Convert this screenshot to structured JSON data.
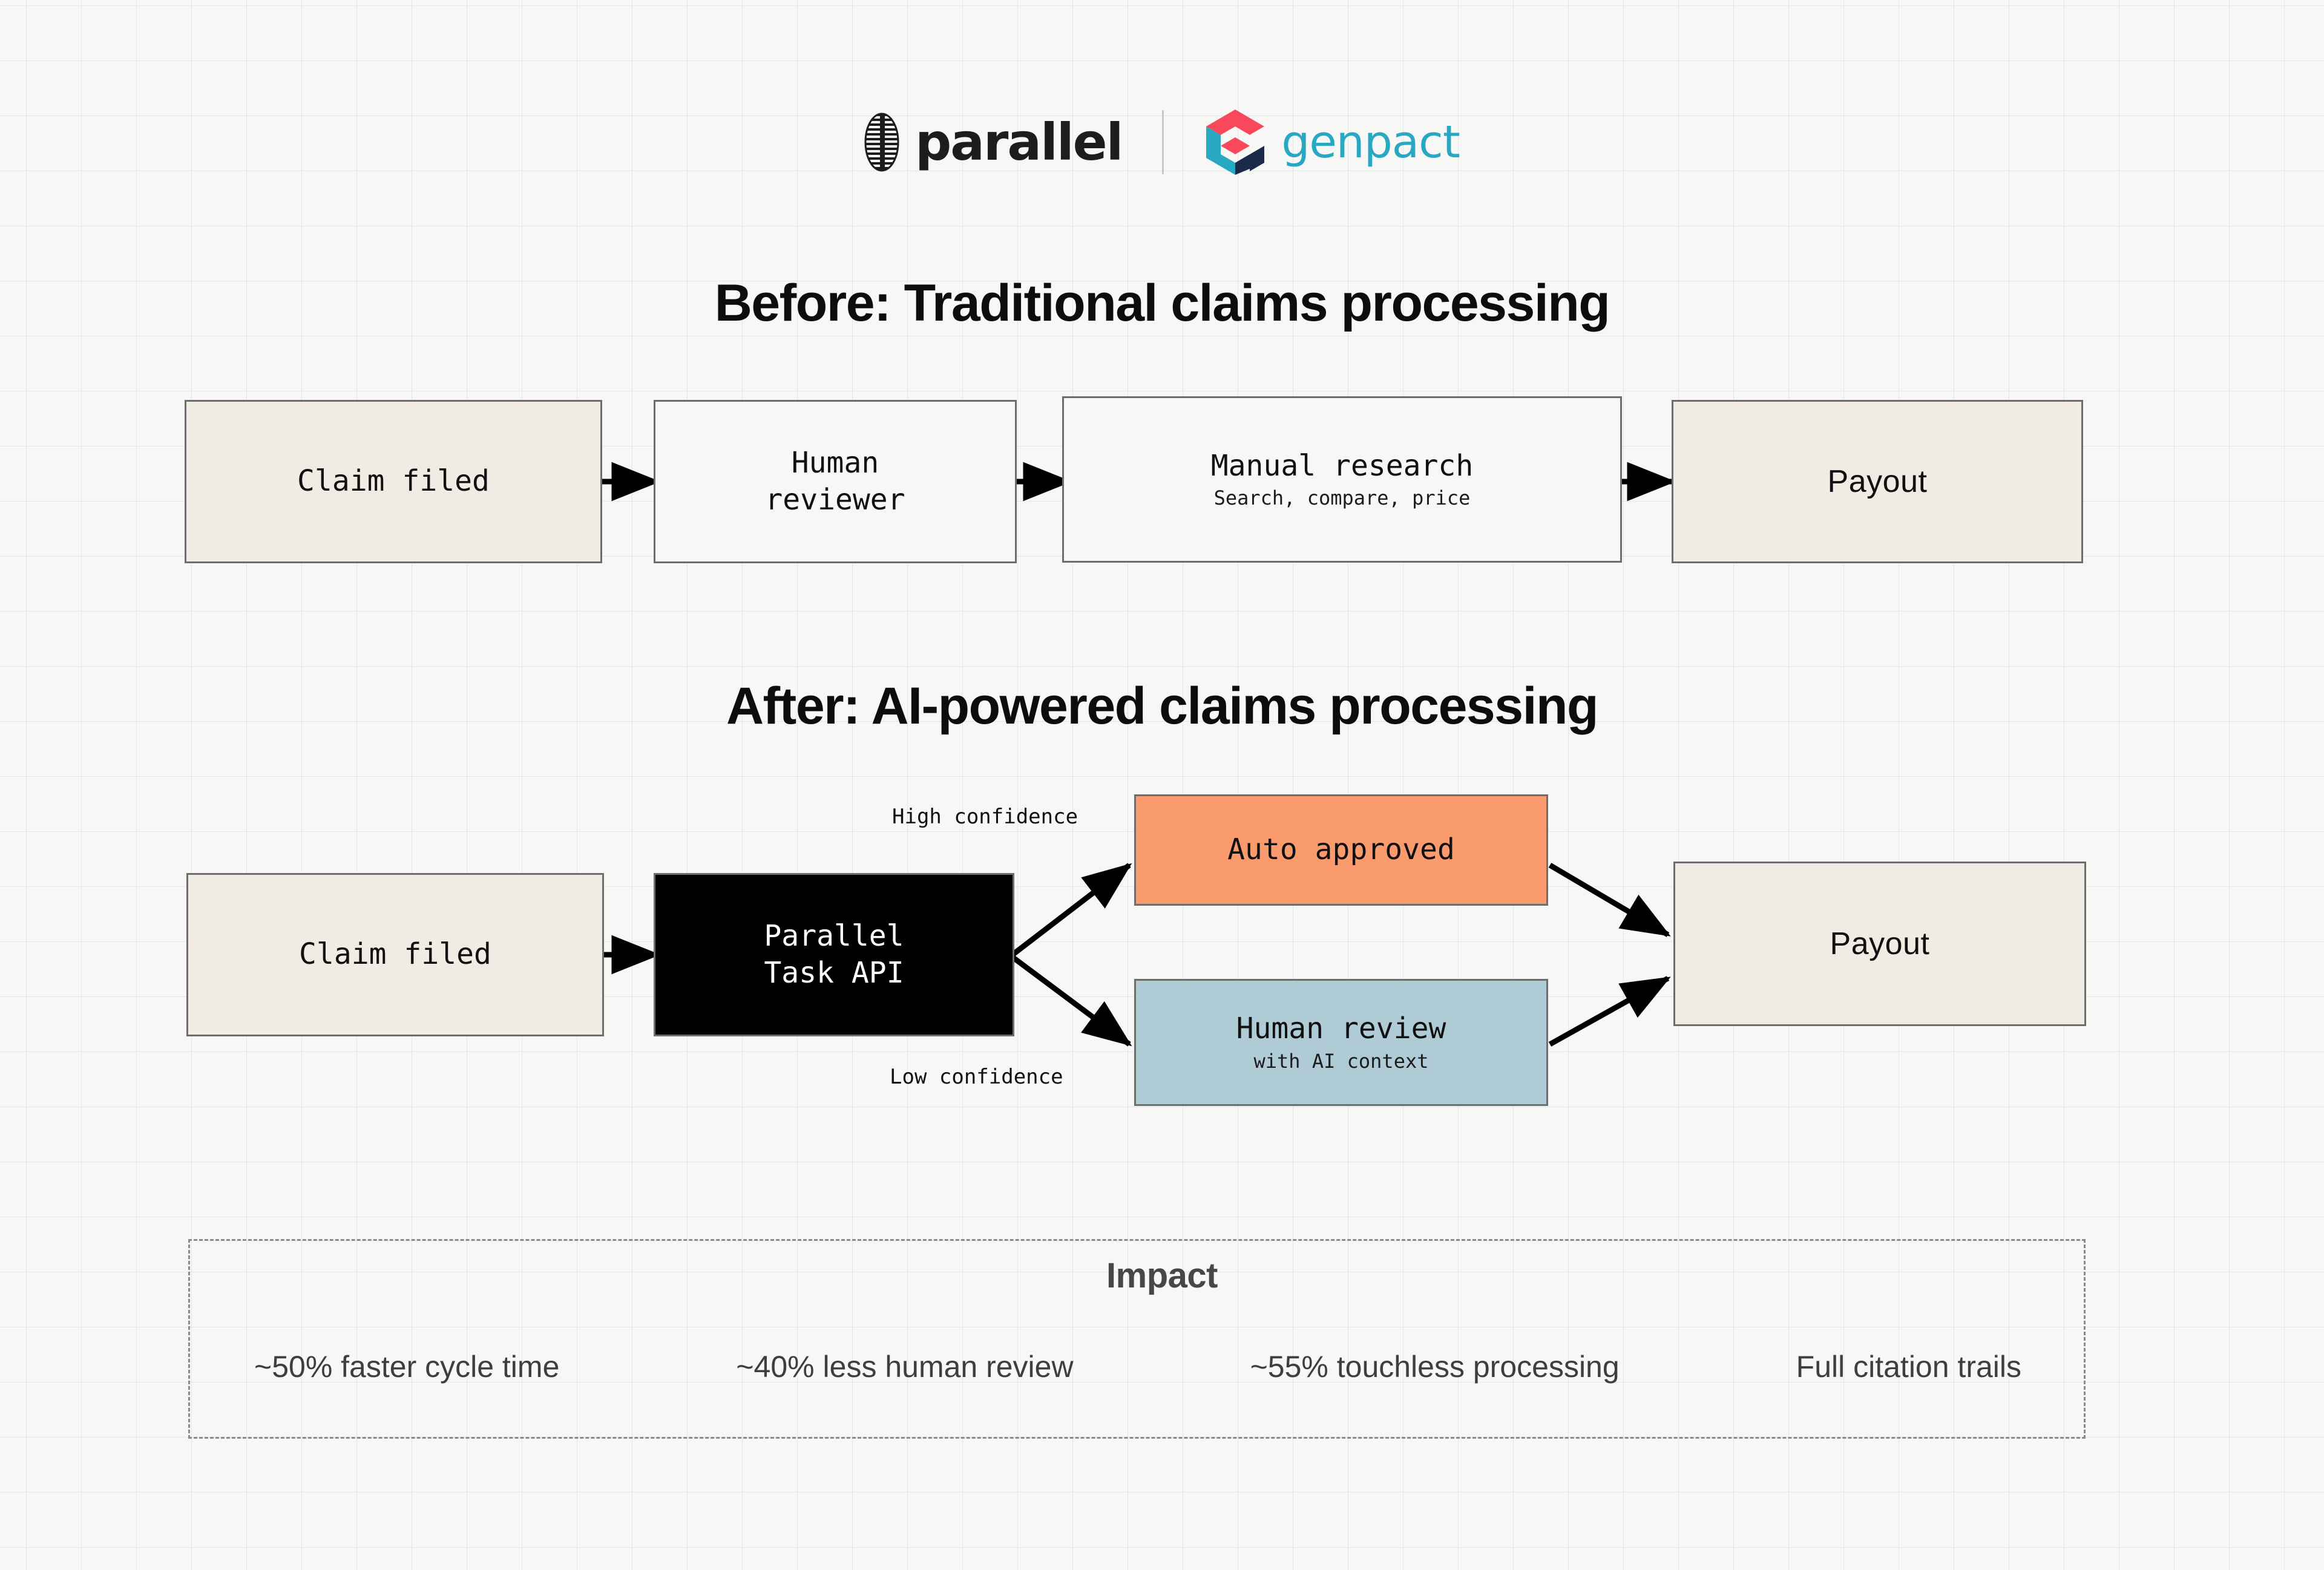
{
  "header": {
    "parallel_wordmark": "parallel",
    "genpact_wordmark": "genpact",
    "parallel_mark_icon": "parallel-striped-ellipse-icon",
    "genpact_mark_icon": "genpact-cube-icon",
    "divider": "vertical-divider"
  },
  "sections": {
    "before": {
      "title": "Before: Traditional claims processing",
      "nodes": [
        {
          "id": "claim-filed",
          "main": "Claim filed",
          "sub": "",
          "fill": "#f0ece4"
        },
        {
          "id": "human-reviewer",
          "main": "Human\nreviewer",
          "sub": "",
          "fill": "#f7f7f5"
        },
        {
          "id": "manual-research",
          "main": "Manual research",
          "sub": "Search, compare, price",
          "fill": "#f7f7f5"
        },
        {
          "id": "payout",
          "main": "Payout",
          "sub": "",
          "fill": "#f0ece4"
        }
      ]
    },
    "after": {
      "title": "After: AI-powered claims processing",
      "nodes": [
        {
          "id": "claim-filed",
          "main": "Claim filed",
          "sub": "",
          "fill": "#f0ece4"
        },
        {
          "id": "parallel-task-api",
          "main": "Parallel\nTask API",
          "sub": "",
          "fill": "#000000"
        },
        {
          "id": "auto-approved",
          "main": "Auto approved",
          "sub": "",
          "fill": "#f99b6d"
        },
        {
          "id": "human-review",
          "main": "Human review",
          "sub": "with AI context",
          "fill": "#afcbd6"
        },
        {
          "id": "payout",
          "main": "Payout",
          "sub": "",
          "fill": "#f0ece4"
        }
      ],
      "branch_labels": {
        "high": "High confidence",
        "low": "Low confidence"
      }
    }
  },
  "impact": {
    "heading": "Impact",
    "stats": [
      "~50% faster cycle time",
      "~40% less human review",
      "~55% touchless processing",
      "Full citation trails"
    ]
  },
  "colors": {
    "background": "#f7f7f5",
    "grid_line": "#b0c8d0",
    "node_border": "#6d6d6d",
    "cream": "#f0ece4",
    "orange": "#f99b6d",
    "blue": "#afcbd6",
    "black": "#000000",
    "genpact_teal": "#29a8c4",
    "genpact_red": "#f9485b",
    "genpact_navy": "#1c2a4a",
    "impact_text": "#3e3e3e",
    "dashed_border": "#8b8b8b"
  }
}
